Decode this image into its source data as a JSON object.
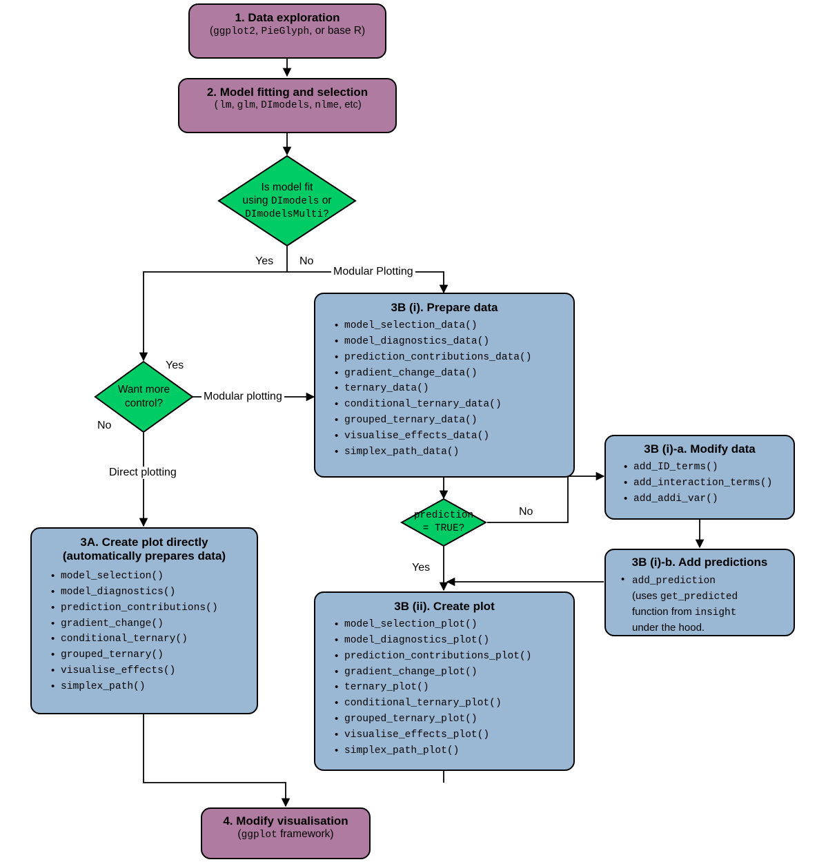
{
  "colors": {
    "purple": "#b07ba0",
    "blue": "#9ab8d4",
    "green": "#00cc66",
    "stroke": "#000000",
    "background": "#ffffff"
  },
  "nodes": {
    "data_exploration": {
      "title": "1. Data exploration",
      "subtitle_prefix": "(",
      "sub_parts": [
        "ggplot2",
        ", ",
        "PieGlyph",
        ", or base R)"
      ],
      "subtitle_plain": "(ggplot2, PieGlyph, or base R)"
    },
    "model_fitting": {
      "title": "2. Model fitting and selection",
      "subtitle_plain": "(lm, glm, DImodels, nlme, etc)"
    },
    "decision_dimodels": {
      "line1": "Is model fit",
      "line2_a": "using ",
      "line2_b": "DImodels",
      "line2_c": " or",
      "line3": "DImodelsMulti?"
    },
    "decision_control": {
      "line1": "Want more",
      "line2": "control?"
    },
    "decision_prediction": {
      "line1": "prediction",
      "line2": "= TRUE?"
    },
    "prepare_data": {
      "title": "3B (i). Prepare data",
      "items": [
        "model_selection_data()",
        "model_diagnostics_data()",
        "prediction_contributions_data()",
        "gradient_change_data()",
        "ternary_data()",
        "conditional_ternary_data()",
        "grouped_ternary_data()",
        "visualise_effects_data()",
        "simplex_path_data()"
      ]
    },
    "modify_data": {
      "title": "3B (i)-a. Modify data",
      "items": [
        "add_ID_terms()",
        "add_interaction_terms()",
        "add_addi_var()"
      ]
    },
    "add_predictions": {
      "title": "3B (i)-b. Add predictions",
      "line1_mono": "add_prediction",
      "line2_a": "(uses ",
      "line2_b": "get_predicted",
      "line3_a": "function from ",
      "line3_b": "insight",
      "line4": "under the hood."
    },
    "create_plot_direct": {
      "title_line1": "3A. Create plot directly",
      "title_line2": "(automatically prepares data)",
      "items": [
        "model_selection()",
        "model_diagnostics()",
        "prediction_contributions()",
        "gradient_change()",
        "conditional_ternary()",
        "grouped_ternary()",
        "visualise_effects()",
        "simplex_path()"
      ]
    },
    "create_plot": {
      "title": "3B (ii). Create plot",
      "items": [
        "model_selection_plot()",
        "model_diagnostics_plot()",
        "prediction_contributions_plot()",
        "gradient_change_plot()",
        "ternary_plot()",
        "conditional_ternary_plot()",
        "grouped_ternary_plot()",
        "visualise_effects_plot()",
        "simplex_path_plot()"
      ]
    },
    "modify_visualisation": {
      "title": "4. Modify visualisation",
      "subtitle_plain": "(ggplot framework)",
      "sub_a": "(",
      "sub_b": "ggplot",
      "sub_c": " framework)"
    }
  },
  "edge_labels": {
    "yes_dimodels": "Yes",
    "no_dimodels": "No",
    "modular_plotting_top": "Modular Plotting",
    "yes_control": "Yes",
    "no_control": "No",
    "modular_plotting_mid": "Modular plotting",
    "direct_plotting": "Direct plotting",
    "no_prediction": "No",
    "yes_prediction": "Yes"
  }
}
